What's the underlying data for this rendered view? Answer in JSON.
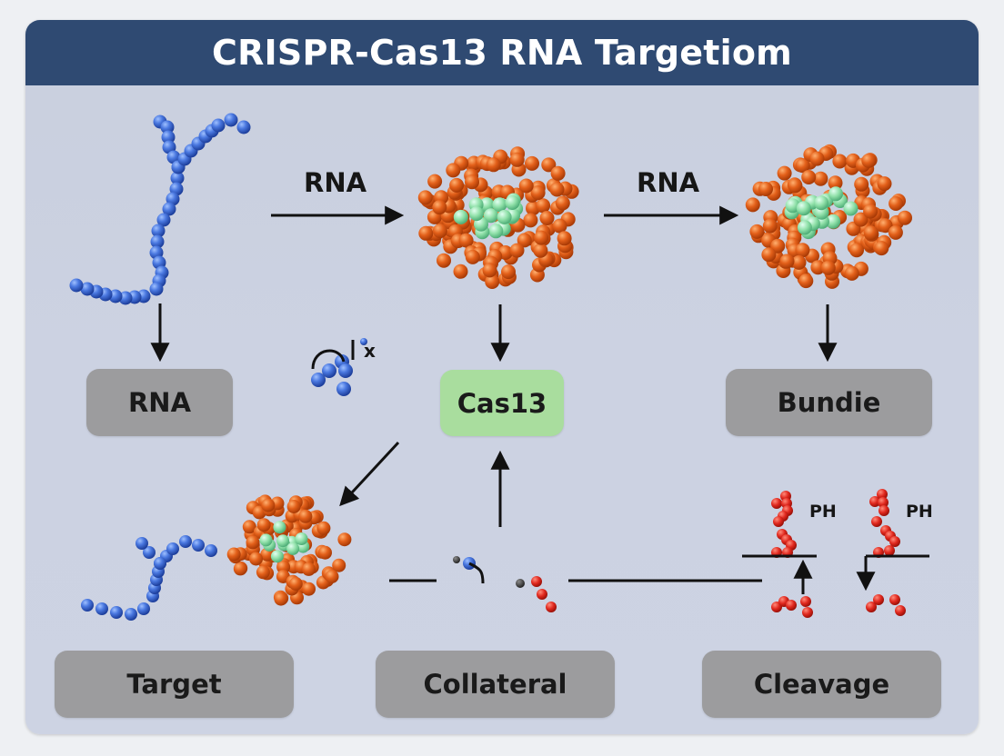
{
  "title": "CRISPR-Cas13 RNA Targetiom",
  "arrow_labels": {
    "left": "RNA",
    "right": "RNA"
  },
  "boxes": {
    "rna": "RNA",
    "cas13": "Cas13",
    "bundie": "Bundie",
    "target": "Target",
    "collateral": "Collateral",
    "cleavage": "Cleavage"
  },
  "annotations": {
    "x_mark": "x",
    "ph_left": "PH",
    "ph_right": "PH"
  },
  "colors": {
    "title_bar": "#2f4a72",
    "rna_strand": "#3f6fd6",
    "protein_shell": "#e05a14",
    "protein_core": "#8fe0a8",
    "cleaved_fragments": "#e0281e",
    "box_gray": "#9c9c9e",
    "box_green": "#a9dd9e"
  }
}
